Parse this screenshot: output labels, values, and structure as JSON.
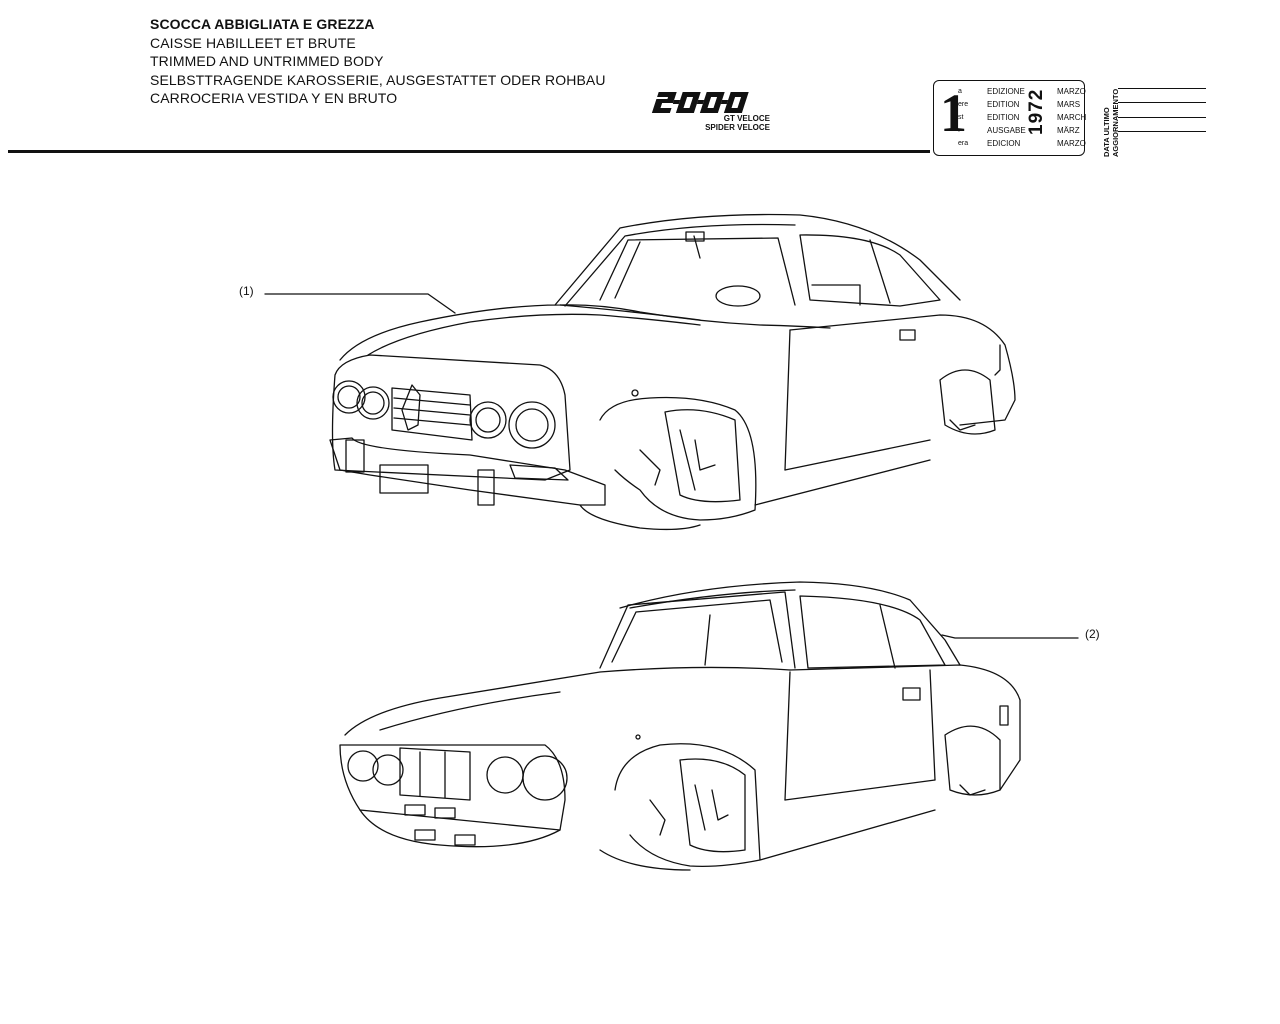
{
  "header": {
    "title_lines": [
      "SCOCCA ABBIGLIATA E GREZZA",
      "CAISSE HABILLEET ET BRUTE",
      "TRIMMED AND UNTRIMMED BODY",
      "SELBSTTRAGENDE KAROSSERIE, AUSGESTATTET ODER ROHBAU",
      "CARROCERIA VESTIDA Y EN BRUTO"
    ],
    "logo": {
      "text": "2000",
      "model_lines": [
        "GT VELOCE",
        "SPIDER VELOCE"
      ]
    }
  },
  "edition_box": {
    "number": "1",
    "rows": [
      {
        "suffix": "a",
        "label": "EDIZIONE",
        "month": "MARZO"
      },
      {
        "suffix": "ere",
        "label": "EDITION",
        "month": "MARS"
      },
      {
        "suffix": "st",
        "label": "EDITION",
        "month": "MARCH"
      },
      {
        "suffix": ".",
        "label": "AUSGABE",
        "month": "MÄRZ"
      },
      {
        "suffix": "era",
        "label": "EDICION",
        "month": "MARZO"
      }
    ],
    "year": "1972"
  },
  "update_panel": {
    "label_lines": [
      "DATA ULTIMO",
      "AGGIORNAMENTO"
    ]
  },
  "callouts": [
    {
      "label": "(1)",
      "item": "trimmed body"
    },
    {
      "label": "(2)",
      "item": "untrimmed body"
    }
  ],
  "colors": {
    "ink": "#111111",
    "paper": "#ffffff"
  }
}
